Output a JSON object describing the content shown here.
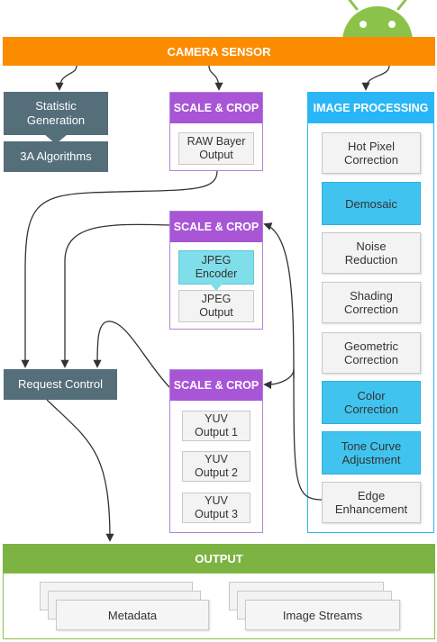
{
  "camera_sensor": {
    "label": "CAMERA SENSOR"
  },
  "statistic": {
    "line1": "Statistic",
    "line2": "Generation"
  },
  "algorithms": {
    "label": "3A Algorithms"
  },
  "request_control": {
    "label": "Request Control"
  },
  "scale_crop_raw": {
    "title": "SCALE & CROP",
    "box": {
      "line1": "RAW Bayer",
      "line2": "Output"
    }
  },
  "scale_crop_jpeg": {
    "title": "SCALE & CROP",
    "encoder": {
      "line1": "JPEG",
      "line2": "Encoder"
    },
    "output": {
      "line1": "JPEG",
      "line2": "Output"
    }
  },
  "scale_crop_yuv": {
    "title": "SCALE & CROP",
    "outputs": [
      {
        "line1": "YUV",
        "line2": "Output 1"
      },
      {
        "line1": "YUV",
        "line2": "Output 2"
      },
      {
        "line1": "YUV",
        "line2": "Output 3"
      }
    ]
  },
  "image_processing": {
    "title": "IMAGE PROCESSING",
    "steps": [
      {
        "line1": "Hot Pixel",
        "line2": "Correction"
      },
      {
        "line1": "Demosaic",
        "line2": ""
      },
      {
        "line1": "Noise",
        "line2": "Reduction"
      },
      {
        "line1": "Shading",
        "line2": "Correction"
      },
      {
        "line1": "Geometric",
        "line2": "Correction"
      },
      {
        "line1": "Color",
        "line2": "Correction"
      },
      {
        "line1": "Tone Curve",
        "line2": "Adjustment"
      },
      {
        "line1": "Edge",
        "line2": "Enhancement"
      }
    ]
  },
  "output": {
    "title": "OUTPUT",
    "metadata": "Metadata",
    "image_streams": "Image Streams"
  },
  "colors": {
    "orange": "#fb8c00",
    "green": "#7cb342",
    "android_green": "#8bc34a",
    "slate": "#546e7a",
    "purple": "#a855d6",
    "cyan": "#29b6f6",
    "step_blue": "#40c4ef"
  }
}
